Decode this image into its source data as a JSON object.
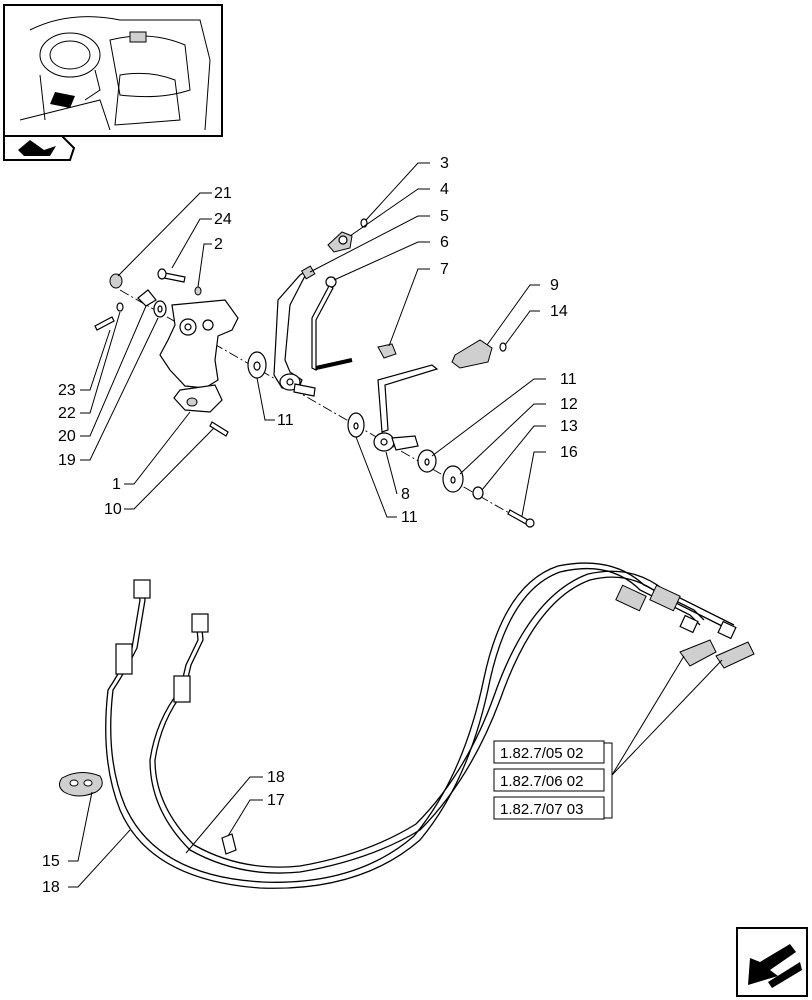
{
  "part_labels": {
    "p1": "1",
    "p2": "2",
    "p3": "3",
    "p4": "4",
    "p5": "5",
    "p6": "6",
    "p7": "7",
    "p8": "8",
    "p9": "9",
    "p10": "10",
    "p11a": "11",
    "p11b": "11",
    "p11c": "11",
    "p12": "12",
    "p13": "13",
    "p14": "14",
    "p15": "15",
    "p16": "16",
    "p17": "17",
    "p18a": "18",
    "p18b": "18",
    "p19": "19",
    "p20": "20",
    "p21": "21",
    "p22": "22",
    "p23": "23",
    "p24": "24"
  },
  "references": [
    "1.82.7/05 02",
    "1.82.7/06 02",
    "1.82.7/07 03"
  ],
  "icons": {
    "thumbnail": "tractor-cab-thumbnail",
    "section": "section-arrow-icon",
    "next_page": "next-page-arrow-icon"
  }
}
